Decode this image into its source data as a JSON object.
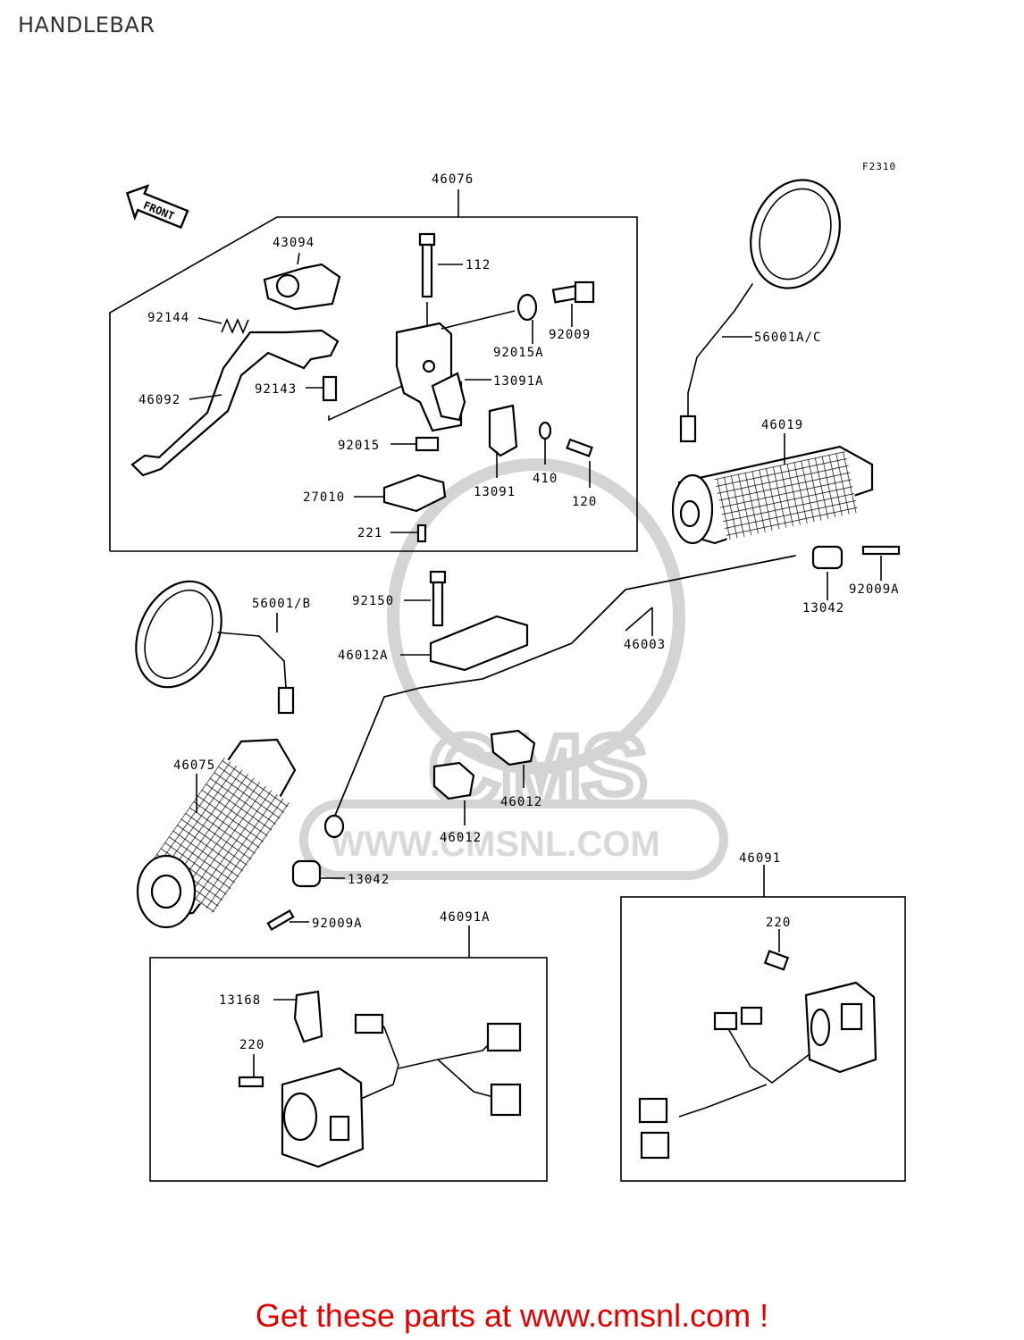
{
  "title": "HANDLEBAR",
  "figure_code": "F2310",
  "front_label": "FRONT",
  "watermark_text": "WWW.CMSNL.COM",
  "watermark_logo": "CMS",
  "footer": "Get these parts at www.cmsnl.com !",
  "colors": {
    "footer": "#e00000",
    "watermark": "#d4d4d4",
    "line": "#000000"
  },
  "labels": {
    "l46076": "46076",
    "l43094": "43094",
    "l112": "112",
    "l92144": "92144",
    "l92009": "92009",
    "l92015A": "92015A",
    "l13091A": "13091A",
    "l46092": "46092",
    "l92143": "92143",
    "l92015": "92015",
    "l410": "410",
    "l120": "120",
    "l13091": "13091",
    "l27010": "27010",
    "l221": "221",
    "l56001AC": "56001A/C",
    "l46019": "46019",
    "l56001B": "56001/B",
    "l92150": "92150",
    "l46012A": "46012A",
    "l46003": "46003",
    "l13042a": "13042",
    "l92009Aa": "92009A",
    "l46075": "46075",
    "l46012a": "46012",
    "l46012b": "46012",
    "l13042b": "13042",
    "l92009Ab": "92009A",
    "l46091A": "46091A",
    "l46091": "46091",
    "l13168": "13168",
    "l220a": "220",
    "l220b": "220"
  }
}
